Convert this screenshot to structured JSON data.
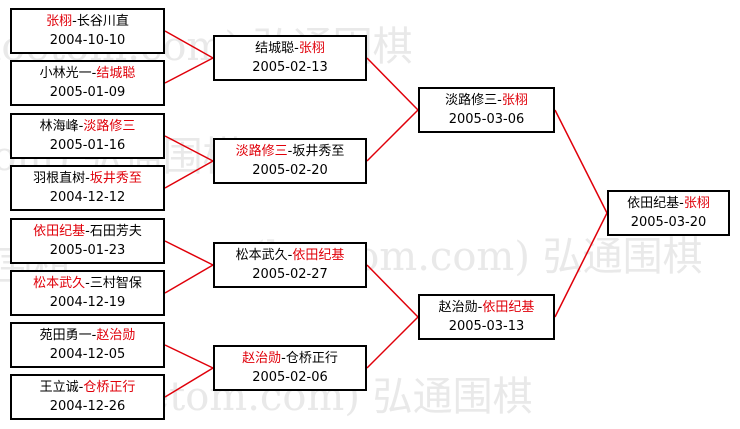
{
  "watermark": "(hoetom.com) 弘通围棋",
  "matches": {
    "r1": [
      {
        "p1": "张栩",
        "sep": "-",
        "p2": "长谷川直",
        "winner": 1,
        "date": "2004-10-10"
      },
      {
        "p1": "小林光一",
        "sep": "-",
        "p2": "结城聪",
        "winner": 2,
        "date": "2005-01-09"
      },
      {
        "p1": "林海峰",
        "sep": "-",
        "p2": "淡路修三",
        "winner": 2,
        "date": "2005-01-16"
      },
      {
        "p1": "羽根直树",
        "sep": "-",
        "p2": "坂井秀至",
        "winner": 2,
        "date": "2004-12-12"
      },
      {
        "p1": "依田纪基",
        "sep": "-",
        "p2": "石田芳夫",
        "winner": 1,
        "date": "2005-01-23"
      },
      {
        "p1": "松本武久",
        "sep": "-",
        "p2": "三村智保",
        "winner": 1,
        "date": "2004-12-19"
      },
      {
        "p1": "苑田勇一",
        "sep": "-",
        "p2": "赵治勋",
        "winner": 2,
        "date": "2004-12-05"
      },
      {
        "p1": "王立诚",
        "sep": "-",
        "p2": "仓桥正行",
        "winner": 2,
        "date": "2004-12-26"
      }
    ],
    "r2": [
      {
        "p1": "结城聪",
        "sep": "-",
        "p2": "张栩",
        "winner": 2,
        "date": "2005-02-13"
      },
      {
        "p1": "淡路修三",
        "sep": "-",
        "p2": "坂井秀至",
        "winner": 1,
        "date": "2005-02-20"
      },
      {
        "p1": "松本武久",
        "sep": "-",
        "p2": "依田纪基",
        "winner": 2,
        "date": "2005-02-27"
      },
      {
        "p1": "赵治勋",
        "sep": "-",
        "p2": "仓桥正行",
        "winner": 1,
        "date": "2005-02-06"
      }
    ],
    "r3": [
      {
        "p1": "淡路修三",
        "sep": "-",
        "p2": "张栩",
        "winner": 2,
        "date": "2005-03-06"
      },
      {
        "p1": "赵治勋",
        "sep": "-",
        "p2": "依田纪基",
        "winner": 2,
        "date": "2005-03-13"
      }
    ],
    "final": [
      {
        "p1": "依田纪基",
        "sep": "-",
        "p2": "张栩",
        "winner": 2,
        "date": "2005-03-20"
      }
    ]
  },
  "colors": {
    "winner_text": "#e0000a",
    "connector_line": "#e0000a",
    "box_border": "#000000",
    "watermark": "#e9e9e9"
  }
}
